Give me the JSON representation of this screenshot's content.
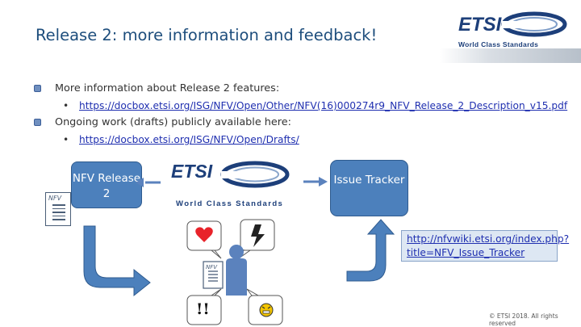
{
  "slide": {
    "title": "Release 2: more information and feedback!",
    "logo_text": "ETSI",
    "logo_tagline": "World Class Standards",
    "bullets": [
      {
        "text": "More information about Release 2 features:",
        "link": "https://docbox.etsi.org/ISG/NFV/Open/Other/NFV(16)000274r9_NFV_Release_2_Description_v15.pdf"
      },
      {
        "text": "Ongoing work (drafts) publicly available here:",
        "link": "https://docbox.etsi.org/ISG/NFV/Open/Drafts/"
      }
    ],
    "diagram": {
      "doc_label": "NFV",
      "nfv_release": "NFV Release 2",
      "issue_tracker": "Issue Tracker",
      "issue_tracker_url": "http://nfvwiki.etsi.org/index.php?title=NFV_Issue_Tracker",
      "exclamation": "!!"
    },
    "copyright": "© ETSI 2018. All rights reserved",
    "colors": {
      "title": "#1d4d7c",
      "box_fill": "#4c80bc",
      "url_box_fill": "#dde7f3",
      "person": "#5b82bd",
      "heart": "#e8232a",
      "link": "#1f2fb0"
    },
    "icons": [
      "document-icon",
      "heart-icon",
      "broken-lightning-icon",
      "person-icon",
      "angry-face-icon",
      "etsi-logo"
    ]
  }
}
